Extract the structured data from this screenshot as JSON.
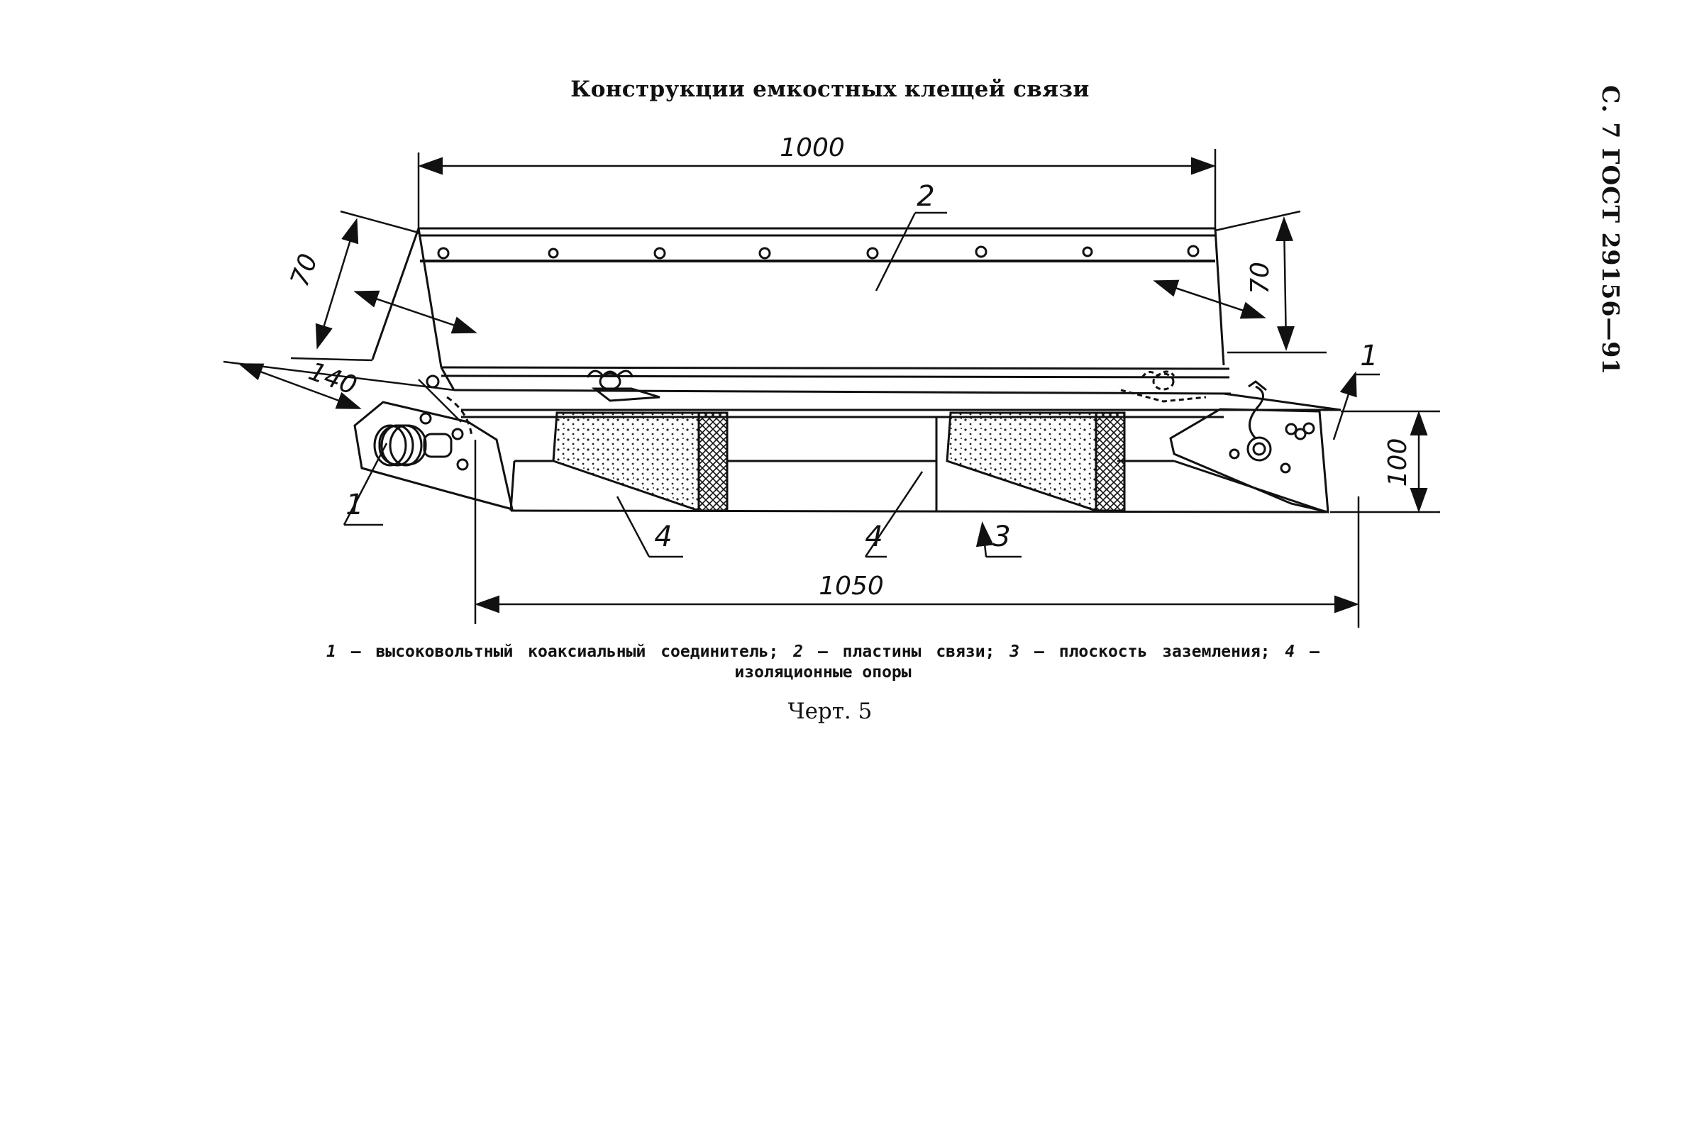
{
  "page": {
    "title": "Конструкции емкостных клещей связи",
    "header": "С. 7 ГОСТ 29156—91"
  },
  "drawing": {
    "dimensions": {
      "top_length": "1000",
      "left_height": "70",
      "right_height": "70",
      "left_offset": "140",
      "right_box_height": "100",
      "bottom_length": "1050"
    },
    "callouts": {
      "left_connector": "1",
      "right_connector": "1",
      "plates": "2",
      "ground_plane": "3",
      "support_left": "4",
      "support_right": "4"
    }
  },
  "legend": {
    "items": [
      {
        "num": "1",
        "text": "— высоковольтный коаксиальный соединитель;"
      },
      {
        "num": "2",
        "text": "— пластины связи;"
      },
      {
        "num": "3",
        "text": "— плоскость заземления;"
      },
      {
        "num": "4",
        "text": "— изоляционные опоры"
      }
    ]
  },
  "caption": "Черт. 5"
}
